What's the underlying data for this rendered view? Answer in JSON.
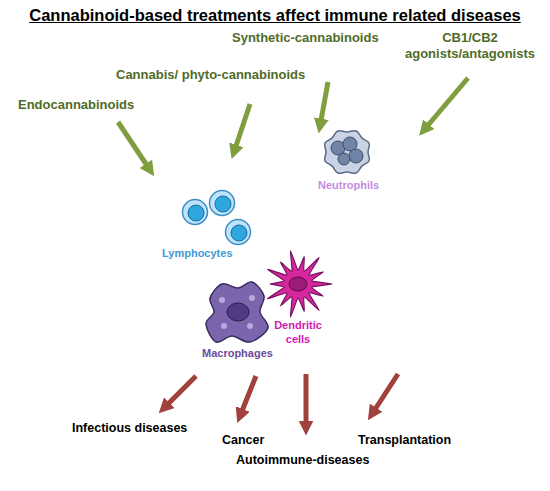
{
  "diagram": {
    "title": "Cannabinoid-based treatments affect immune related diseases",
    "nodes": [
      {
        "text": [
          "Neutrophils"
        ]
      },
      {
        "text": [
          "Lymphocytes"
        ]
      },
      {
        "text": [
          "Dendritic cells"
        ]
      },
      {
        "text": [
          "Macrophages"
        ]
      }
    ],
    "labels": [
      "Endocannabinoids",
      "Cannabis/ phyto-cannabinoids",
      "Synthetic-cannabinoids",
      "CB1/CB2 agonists/antagonists",
      "Infectious diseases",
      "Cancer",
      "Autoimmune-diseases",
      "Transplantation"
    ]
  }
}
